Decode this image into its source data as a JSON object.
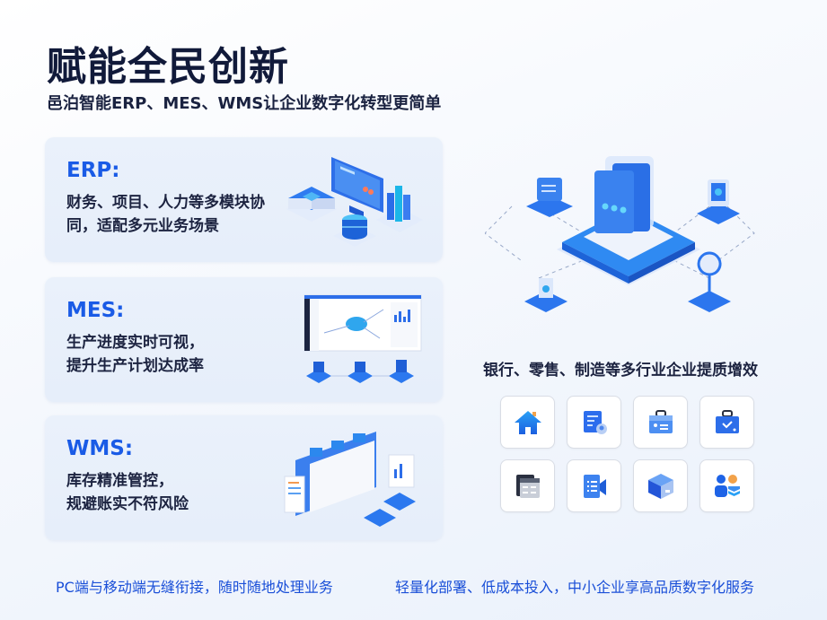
{
  "header": {
    "title": "赋能全民创新",
    "subtitle": "邑泊智能ERP、MES、WMS让企业数字化转型更简单"
  },
  "cards": [
    {
      "title": "ERP:",
      "desc_line1": "财务、项目、人力等多模块协",
      "desc_line2": "同，适配多元业务场景",
      "illustration": "erp-isometric-servers-monitor-charts"
    },
    {
      "title": "MES:",
      "desc_line1": "生产进度实时可视，",
      "desc_line2": "提升生产计划达成率",
      "illustration": "mes-dashboard-with-nodes"
    },
    {
      "title": "WMS:",
      "desc_line1": "库存精准管控，",
      "desc_line2": "规避账实不符风险",
      "illustration": "wms-warehouse-panels"
    }
  ],
  "right": {
    "hero_illustration": "central-platform-connected-devices",
    "industry_text": "银行、零售、制造等多行业企业提质增效",
    "icons": [
      {
        "name": "home-icon"
      },
      {
        "name": "document-user-icon"
      },
      {
        "name": "briefcase-card-icon"
      },
      {
        "name": "briefcase-check-icon"
      },
      {
        "name": "calendar-stack-icon"
      },
      {
        "name": "video-document-icon"
      },
      {
        "name": "cube-box-icon"
      },
      {
        "name": "team-layers-icon"
      }
    ]
  },
  "footer": {
    "left": "PC端与移动端无缝衔接，随时随地处理业务",
    "right": "轻量化部署、低成本投入，中小企业享高品质数字化服务"
  },
  "colors": {
    "accent": "#1a5be6",
    "title": "#111a3a",
    "card_bg": "#e8f0fb",
    "footer_text": "#1a4fd8"
  }
}
